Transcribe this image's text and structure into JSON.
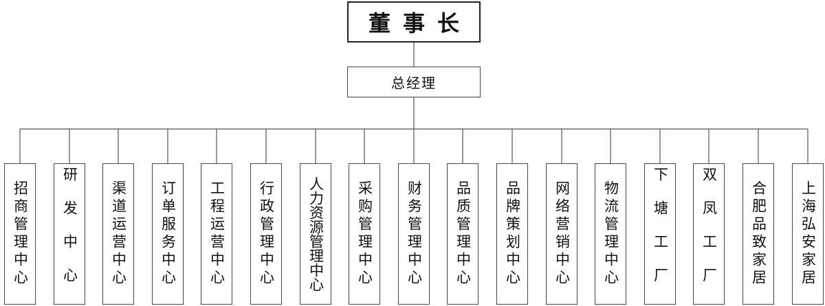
{
  "chairman": "董事长",
  "general_manager": "总经理",
  "departments": [
    {
      "name": "招商管理中心",
      "letter_spacing": 5
    },
    {
      "name": "研发中心",
      "letter_spacing": 28
    },
    {
      "name": "渠道运营中心",
      "letter_spacing": 5
    },
    {
      "name": "订单服务中心",
      "letter_spacing": 5
    },
    {
      "name": "工程运营中心",
      "letter_spacing": 5
    },
    {
      "name": "行政管理中心",
      "letter_spacing": 5
    },
    {
      "name": "人力资源管理中心",
      "letter_spacing": 0
    },
    {
      "name": "采购管理中心",
      "letter_spacing": 5
    },
    {
      "name": "财务管理中心",
      "letter_spacing": 5
    },
    {
      "name": "品质管理中心",
      "letter_spacing": 5
    },
    {
      "name": "品牌策划中心",
      "letter_spacing": 5
    },
    {
      "name": "网络营销中心",
      "letter_spacing": 5
    },
    {
      "name": "物流管理中心",
      "letter_spacing": 5
    },
    {
      "name": "下塘工厂",
      "letter_spacing": 28
    },
    {
      "name": "双凤工厂",
      "letter_spacing": 28
    },
    {
      "name": "合肥品致家居",
      "letter_spacing": 5
    },
    {
      "name": "上海弘安家居",
      "letter_spacing": 5
    }
  ]
}
